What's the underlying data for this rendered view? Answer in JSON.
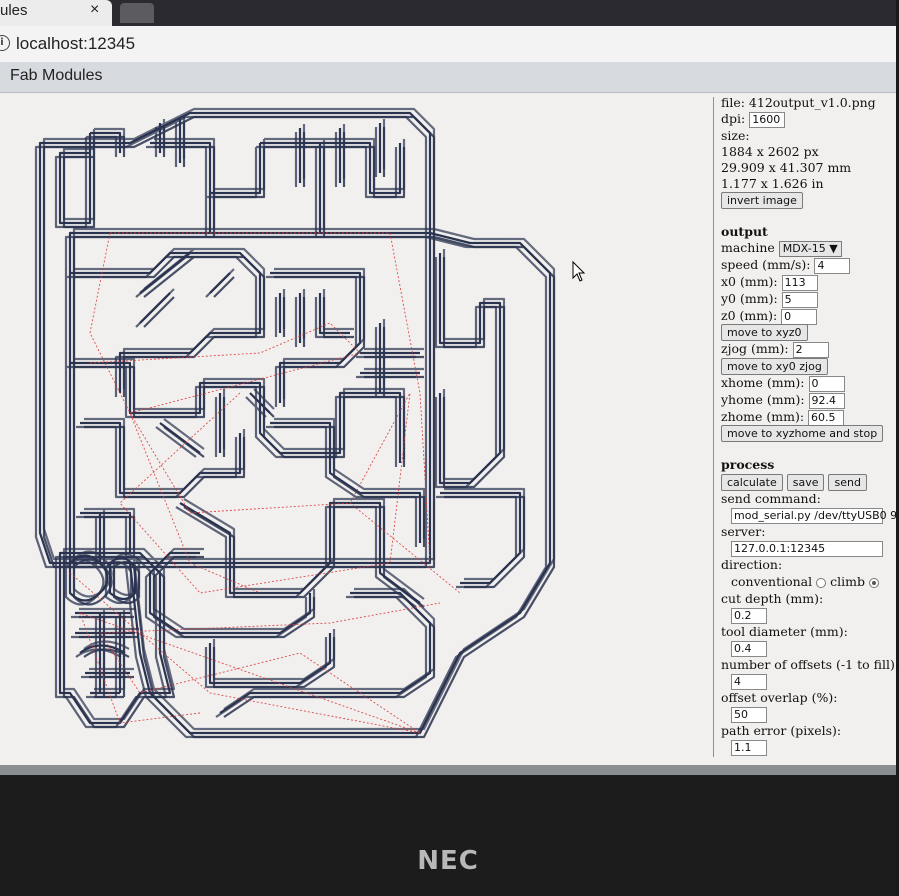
{
  "browser": {
    "tab_title": "ules",
    "tab_close": "×",
    "url": "localhost:12345"
  },
  "app": {
    "title": "Fab Modules"
  },
  "panel": {
    "file_label": "file: 412output_v1.0.png",
    "dpi_label": "dpi:",
    "dpi_value": "1600",
    "size_label": "size:",
    "size_px": "1884 x 2602 px",
    "size_mm": "29.909 x 41.307 mm",
    "size_in": "1.177 x 1.626 in",
    "invert_button": "invert image",
    "output_header": "output",
    "machine_label": "machine",
    "machine_value": "MDX-15 ▼",
    "speed_label": "speed (mm/s):",
    "speed_value": "4",
    "x0_label": "x0 (mm):",
    "x0_value": "113",
    "y0_label": "y0 (mm):",
    "y0_value": "5",
    "z0_label": "z0 (mm):",
    "z0_value": "0",
    "move_xyz0_button": "move to xyz0",
    "zjog_label": "zjog (mm):",
    "zjog_value": "2",
    "move_xy0_zjog_button": "move to xy0 zjog",
    "xhome_label": "xhome (mm):",
    "xhome_value": "0",
    "yhome_label": "yhome (mm):",
    "yhome_value": "92.4",
    "zhome_label": "zhome (mm):",
    "zhome_value": "60.5",
    "move_home_button": "move to xyzhome and stop",
    "process_header": "process",
    "calculate_button": "calculate",
    "save_button": "save",
    "send_button": "send",
    "send_command_label": "send command:",
    "send_command_value": "mod_serial.py /dev/ttyUSB0 9",
    "server_label": "server:",
    "server_value": "127.0.0.1:12345",
    "direction_label": "direction:",
    "conventional_label": "conventional",
    "climb_label": "climb",
    "cut_depth_label": "cut depth (mm):",
    "cut_depth_value": "0.2",
    "tool_diameter_label": "tool diameter (mm):",
    "tool_diameter_value": "0.4",
    "offsets_label": "number of offsets (-1 to fill):",
    "offsets_value": "4",
    "overlap_label": "offset overlap (%):",
    "overlap_value": "50",
    "path_error_label": "path error (pixels):",
    "path_error_value": "1.1"
  },
  "monitor": {
    "brand": "NEC"
  },
  "colors": {
    "toolpath": "#2a3350",
    "jog": "#d83a3a",
    "background": "#f2f0ee"
  }
}
